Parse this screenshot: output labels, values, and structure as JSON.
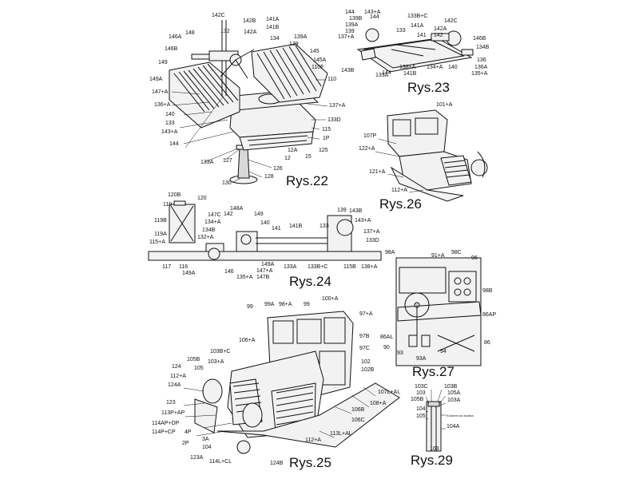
{
  "figures": {
    "rys22": {
      "title": "Rys.22",
      "labels": [
        "142C",
        "142B",
        "141A",
        "141B",
        "148",
        "132",
        "142A",
        "134",
        "146A",
        "146B",
        "149",
        "149A",
        "147+A",
        "136+A",
        "140",
        "133",
        "143+A",
        "144",
        "139A",
        "139",
        "145",
        "145A",
        "110F",
        "110",
        "137+A",
        "133D",
        "115",
        "1P",
        "12A",
        "125",
        "12",
        "15",
        "133A",
        "127",
        "126",
        "128",
        "130"
      ]
    },
    "rys23": {
      "title": "Rys.23",
      "labels": [
        "143+A",
        "144",
        "133B+C",
        "142C",
        "139B",
        "144",
        "139A",
        "139",
        "137+A",
        "133",
        "141A",
        "141",
        "142A",
        "142",
        "146B",
        "134B",
        "136",
        "136A",
        "135+A",
        "138+A",
        "134+A",
        "140",
        "141B",
        "143B",
        "144",
        "133A"
      ]
    },
    "rys26": {
      "title": "Rys.26",
      "labels": [
        "101+A",
        "107P",
        "122+A",
        "121+A",
        "112+A"
      ]
    },
    "rys24": {
      "title": "Rys.24",
      "labels": [
        "120B",
        "120",
        "119",
        "119B",
        "119A",
        "115+A",
        "117",
        "116",
        "149A",
        "146",
        "135+A",
        "147B",
        "147+A",
        "149A",
        "148A",
        "147C",
        "142",
        "149",
        "134+A",
        "140",
        "141",
        "141B",
        "134B",
        "132+A",
        "133",
        "139",
        "143B",
        "143+A",
        "137+A",
        "133D",
        "133A",
        "133B+C",
        "115B",
        "138+A"
      ]
    },
    "rys27": {
      "title": "Rys.27",
      "labels": [
        "98A",
        "91+A",
        "98C",
        "96",
        "98B",
        "86AP",
        "86AL",
        "90",
        "93",
        "93A",
        "94",
        "86"
      ]
    },
    "rys25": {
      "title": "Rys.25",
      "labels": [
        "99",
        "99A",
        "98+A",
        "99",
        "100+A",
        "97+A",
        "106+A",
        "97B",
        "97C",
        "102",
        "102B",
        "103B+C",
        "105B",
        "103+A",
        "124",
        "105",
        "112+A",
        "124A",
        "107L+AL",
        "108+A",
        "106B",
        "106C",
        "113L+AL",
        "112+A",
        "123",
        "113P+AP",
        "114AP+DP",
        "114P+CP",
        "4P",
        "2P",
        "3A",
        "104",
        "123A",
        "114L+CL",
        "124B"
      ]
    },
    "rys29": {
      "title": "Rys.29",
      "labels": [
        "103C",
        "103",
        "105B",
        "103B",
        "105A",
        "103A",
        "104",
        "105",
        "104A",
        "103"
      ],
      "note": "Kolorem do środka"
    }
  }
}
